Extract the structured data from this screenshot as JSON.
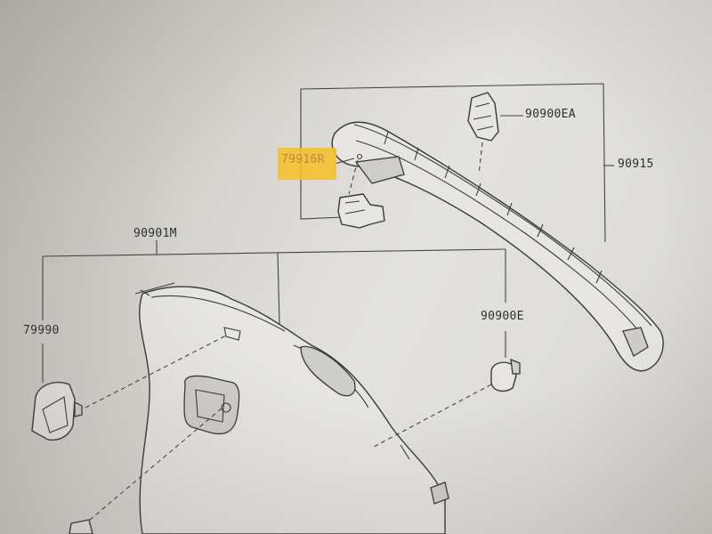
{
  "diagram": {
    "parts": {
      "part_79916R": "79916R",
      "part_90900EA": "90900EA",
      "part_90915": "90915",
      "part_90901M": "90901M",
      "part_79990": "79990",
      "part_90900E": "90900E"
    },
    "colors": {
      "highlight": "#f4bf2a",
      "line": "#3a3a3a",
      "paper": "#e3e2de"
    }
  }
}
